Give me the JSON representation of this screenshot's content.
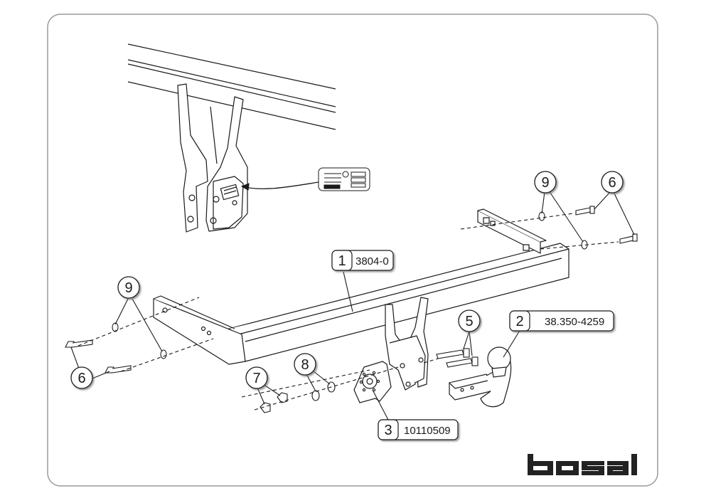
{
  "brand": {
    "logo_text": "bosal",
    "logo_color": "#222222"
  },
  "colors": {
    "frame_stroke": "#9a9a9a",
    "line": "#1a1a1a",
    "callout_fill": "#ffffff",
    "callout_shadow": "#8a8a8a"
  },
  "parts": [
    {
      "id": "1",
      "part_number": "3804-0",
      "name": "crossbar"
    },
    {
      "id": "2",
      "part_number": "38.350-4259",
      "name": "towball"
    },
    {
      "id": "3",
      "part_number": "10110509",
      "name": "socket-plate"
    },
    {
      "id": "5",
      "part_number": "",
      "name": "bolts"
    },
    {
      "id": "6",
      "part_number": "",
      "name": "bolts"
    },
    {
      "id": "7",
      "part_number": "",
      "name": "nuts"
    },
    {
      "id": "8",
      "part_number": "",
      "name": "washers"
    },
    {
      "id": "9",
      "part_number": "",
      "name": "washers"
    }
  ],
  "callouts": {
    "c1": "1",
    "c1_pn": "3804-0",
    "c2": "2",
    "c2_pn": "38.350-4259",
    "c3": "3",
    "c3_pn": "10110509",
    "c5": "5",
    "c6_left": "6",
    "c6_right": "6",
    "c7": "7",
    "c8": "8",
    "c9_left": "9",
    "c9_right": "9"
  },
  "icons": {
    "label_plate": "type-label-icon",
    "logo": "bosal-logo"
  }
}
